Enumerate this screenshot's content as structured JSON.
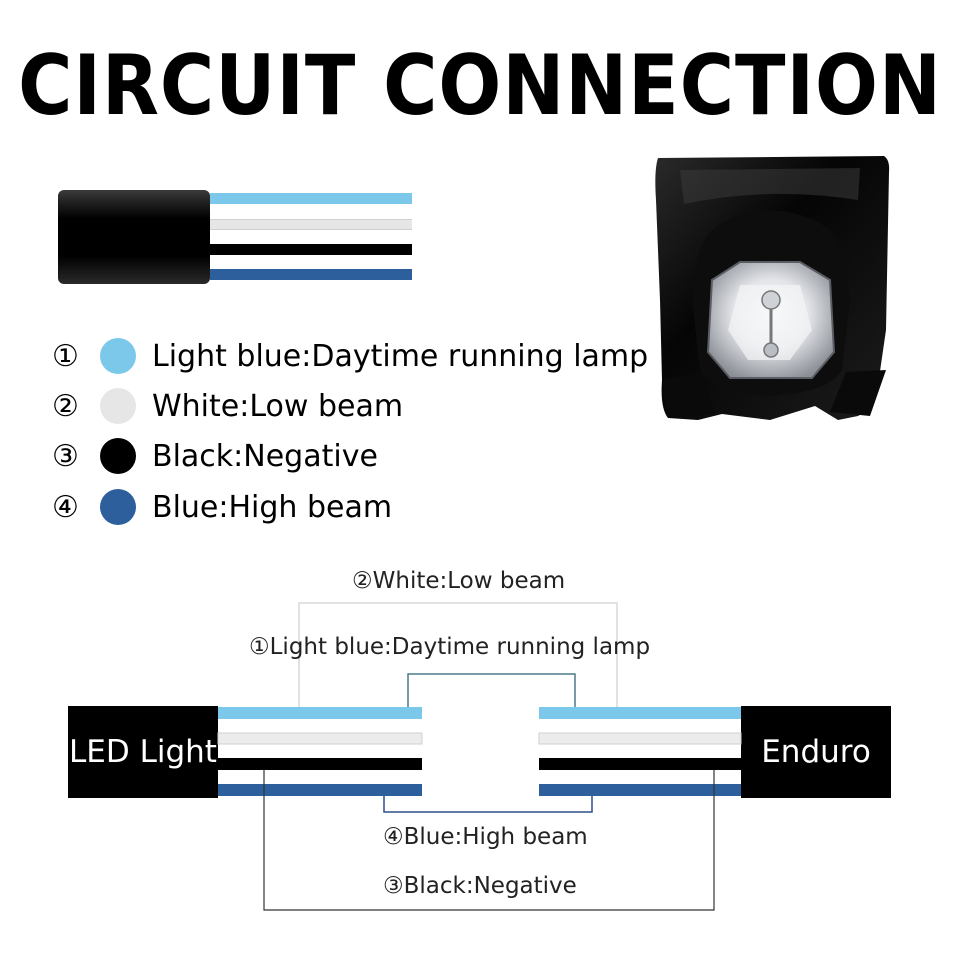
{
  "title": "CIRCUIT CONNECTION",
  "colors": {
    "light_blue": "#7cc8ea",
    "white": "#e6e6e6",
    "black": "#000000",
    "blue": "#2d5f9c"
  },
  "legend": [
    {
      "num": "①",
      "color": "#7cc8ea",
      "text": "Light blue:Daytime running lamp"
    },
    {
      "num": "②",
      "color": "#e6e6e6",
      "text": "White:Low beam"
    },
    {
      "num": "③",
      "color": "#000000",
      "text": "Black:Negative"
    },
    {
      "num": "④",
      "color": "#2d5f9c",
      "text": "Blue:High beam"
    }
  ],
  "diagram": {
    "label_white": "②White:Low beam",
    "label_lightblue": "①Light blue:Daytime running lamp",
    "label_blue": "④Blue:High beam",
    "label_black": "③Black:Negative",
    "left_box": "LED Light",
    "right_box": "Enduro"
  },
  "headlight_icon": "headlight-icon"
}
